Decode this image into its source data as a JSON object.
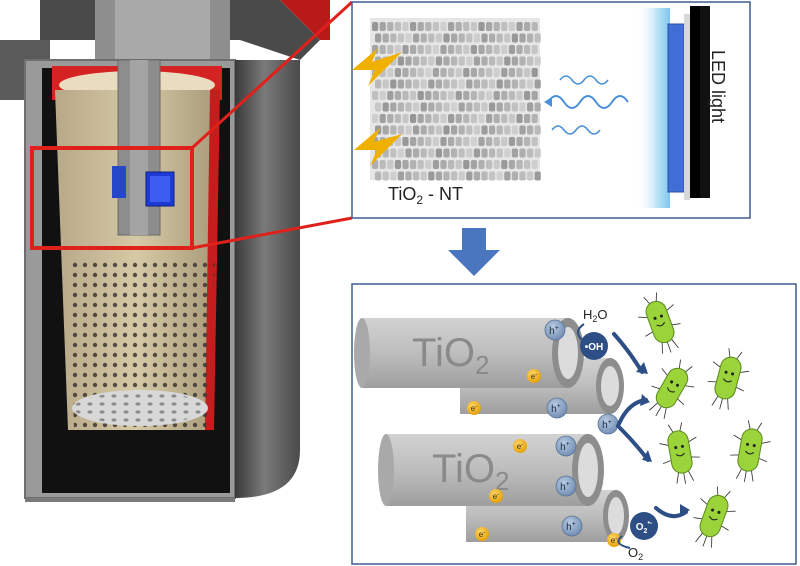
{
  "top_panel": {
    "material_label": "TiO",
    "material_sub": "2",
    "material_suffix": " - NT",
    "led_label": "LED light"
  },
  "bottom_panel": {
    "tube_label_main": "TiO",
    "tube_label_sub": "2",
    "water_label_main": "H",
    "water_label_sub": "2",
    "water_label_end": "O",
    "oxygen_label_main": "O",
    "oxygen_label_sub": "2",
    "hole_label": "h",
    "hole_sup": "+",
    "electron_label": "e",
    "electron_sup": "-",
    "hydroxyl_label": "•OH",
    "superoxide_label": "O",
    "superoxide_sub": "2",
    "superoxide_sup": "•-"
  },
  "colors": {
    "highlight_red": "#e0201a",
    "arrow_blue": "#4a76c0",
    "hole_blue": "#8fa8c8",
    "electron_yellow": "#f4b320",
    "bacteria_green": "#9ad43a",
    "tube_gray": "#bcbcbc"
  }
}
